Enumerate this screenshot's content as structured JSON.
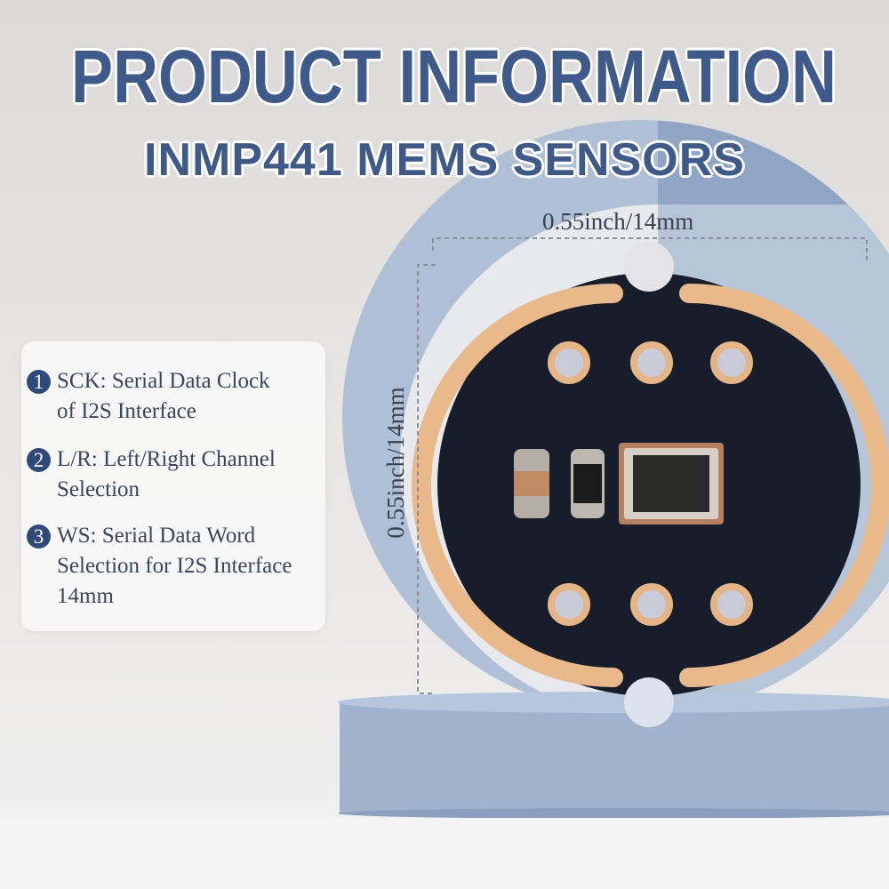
{
  "header": {
    "title": "PRODUCT INFORMATION",
    "subtitle": "INMP441 MEMS SENSORS"
  },
  "pins": [
    {
      "number": "1",
      "text": "SCK: Serial Data Clock\nof I2S Interface"
    },
    {
      "number": "2",
      "text": "L/R: Left/Right Channel\nSelection"
    },
    {
      "number": "3",
      "text": "WS: Serial Data Word\nSelection for I2S Interface\n14mm"
    }
  ],
  "dimensions": {
    "width_label": "0.55inch/14mm",
    "height_label": "0.55inch/14mm"
  },
  "colors": {
    "brand_blue": "#3e5a8a",
    "pcb": "#161c28",
    "gold": "#e9b98a",
    "podium": "#9fb4d0"
  }
}
